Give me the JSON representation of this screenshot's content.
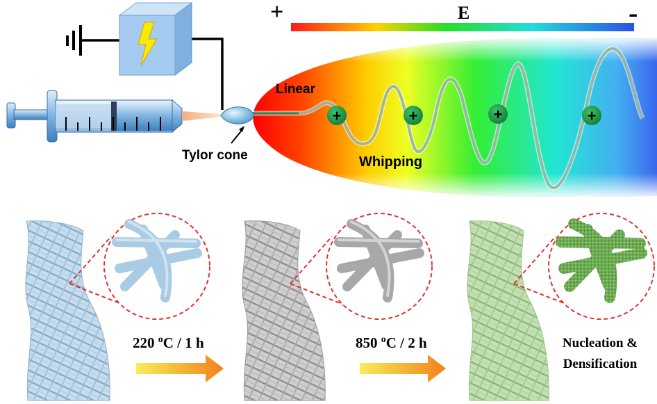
{
  "field": {
    "plus_symbol": "+",
    "minus_symbol": "-",
    "label": "E",
    "gradient_colors": [
      "#ff0000",
      "#ffaa00",
      "#ffff00",
      "#33ff33",
      "#00e5e5",
      "#3377ff",
      "#3344ee"
    ]
  },
  "labels": {
    "linear": "Linear",
    "whipping": "Whipping",
    "tylor_cone": "Tylor cone"
  },
  "charge_symbol": "+",
  "steps": [
    {
      "line1": "220 ",
      "sup": "o",
      "line2": "C / 1 h"
    },
    {
      "line1": "850 ",
      "sup": "o",
      "line2": "C / 2 h"
    },
    {
      "line1": "Nucleation &",
      "line2": "Densification"
    }
  ],
  "colors": {
    "fiber_blue": "#a9cbe3",
    "fiber_gray": "#a9a9a9",
    "fiber_green": "#8fbf77",
    "power_box": "#9fc8ef",
    "bolt": "#ffee00",
    "charge": "#1f9e4a",
    "zoom_circle": "#e03030",
    "arrow_start": "#f5e84a",
    "arrow_end": "#f08a1e"
  }
}
